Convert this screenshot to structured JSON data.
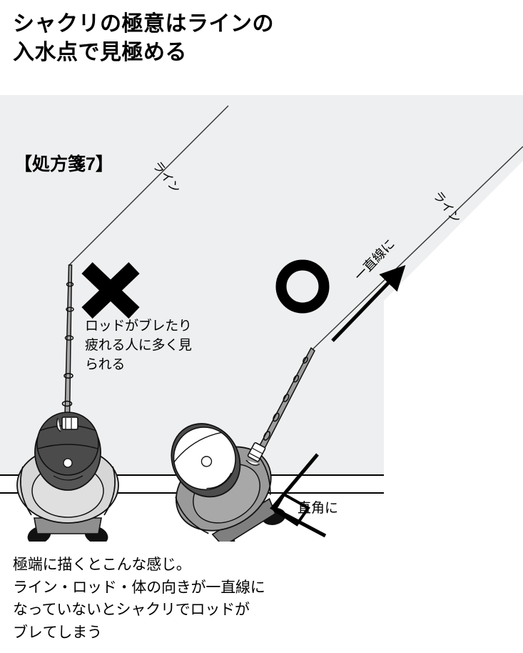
{
  "heading": {
    "text": "シャクリの極意はラインの\n入水点で見極める"
  },
  "illustration": {
    "prescription_label": "【処方箋7】",
    "bad_mark": "×",
    "bad_caption": "ロッドがブレたり\n疲れる人に多く見\nられる",
    "good_mark": "○",
    "straight_label": "一直線に",
    "right_angle_label": "直角に",
    "line_label_left": "ライン",
    "line_label_right": "ライン",
    "bg_color": "#eeeff0",
    "ink_color": "#000000"
  },
  "caption": {
    "text": "極端に描くとこんな感じ。\nライン・ロッド・体の向きが一直線に\nなっていないとシャクリでロッドが\nブレてしまう"
  }
}
